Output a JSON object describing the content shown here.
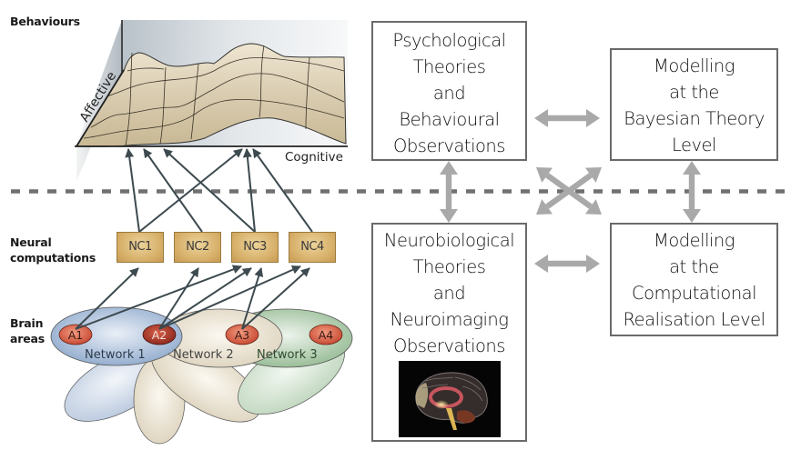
{
  "labels": {
    "behaviours": "Behaviours",
    "neural_line1": "Neural",
    "neural_line2": "computations",
    "brain_line1": "Brain",
    "brain_line2": "areas",
    "affective_axis": "Affective",
    "cognitive_axis": "Cognitive"
  },
  "neural_computations": [
    "NC1",
    "NC2",
    "NC3",
    "NC4"
  ],
  "brain_areas": [
    "A1",
    "A2",
    "A3",
    "A4"
  ],
  "networks": [
    "Network 1",
    "Network 2",
    "Network 3"
  ],
  "connections": {
    "area_to_nc": [
      {
        "from": "A1",
        "to": "NC1"
      },
      {
        "from": "A1",
        "to": "NC3"
      },
      {
        "from": "A2",
        "to": "NC2"
      },
      {
        "from": "A2",
        "to": "NC3"
      },
      {
        "from": "A2",
        "to": "NC4"
      },
      {
        "from": "A3",
        "to": "NC3"
      },
      {
        "from": "A3",
        "to": "NC4"
      }
    ],
    "nc_to_behaviour": [
      {
        "from": "NC1",
        "to": "behaviour-left-1"
      },
      {
        "from": "NC1",
        "to": "behaviour-peak"
      },
      {
        "from": "NC2",
        "to": "behaviour-left-2"
      },
      {
        "from": "NC3",
        "to": "behaviour-left-3"
      },
      {
        "from": "NC3",
        "to": "behaviour-peak"
      },
      {
        "from": "NC4",
        "to": "behaviour-peak"
      }
    ]
  },
  "boxes": {
    "psychological": [
      "Psychological",
      "Theories",
      "and",
      "Behavioural",
      "Observations"
    ],
    "bayesian": [
      "Modelling",
      "at the",
      "Bayesian Theory",
      "Level"
    ],
    "neurobiological": [
      "Neurobiological",
      "Theories",
      "and",
      "Neuroimaging",
      "Observations"
    ],
    "computational": [
      "Modelling",
      "at the",
      "Computational",
      "Realisation Level"
    ]
  },
  "colors": {
    "arrow_dark": "#3d4a4f",
    "arrow_gray": "#a9a9a9",
    "dash": "#707070",
    "network1": "#9fb6d4",
    "network2": "#e4dcc8",
    "network3": "#a9c6a6",
    "area_fill": "#d9634a",
    "surface": "#d8ccb2"
  }
}
